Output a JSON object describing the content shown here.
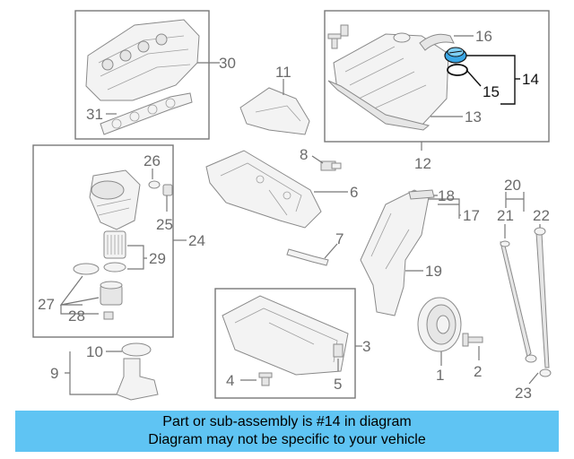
{
  "diagram": {
    "callouts": {
      "c1": "1",
      "c2": "2",
      "c3": "3",
      "c4": "4",
      "c5": "5",
      "c6": "6",
      "c7": "7",
      "c8": "8",
      "c9": "9",
      "c10": "10",
      "c11": "11",
      "c12": "12",
      "c13": "13",
      "c14": "14",
      "c15": "15",
      "c16": "16",
      "c17": "17",
      "c18": "18",
      "c19": "19",
      "c20": "20",
      "c21": "21",
      "c22": "22",
      "c23": "23",
      "c24": "24",
      "c25": "25",
      "c26": "26",
      "c27": "27",
      "c28": "28",
      "c29": "29",
      "c30": "30",
      "c31": "31"
    },
    "highlight_part": "14",
    "highlight_color": "#3aa7e6"
  },
  "banner": {
    "line1": "Part or sub-assembly is #14 in diagram",
    "line2": "Diagram may not be specific to your vehicle",
    "background": "#5fc4f3"
  }
}
